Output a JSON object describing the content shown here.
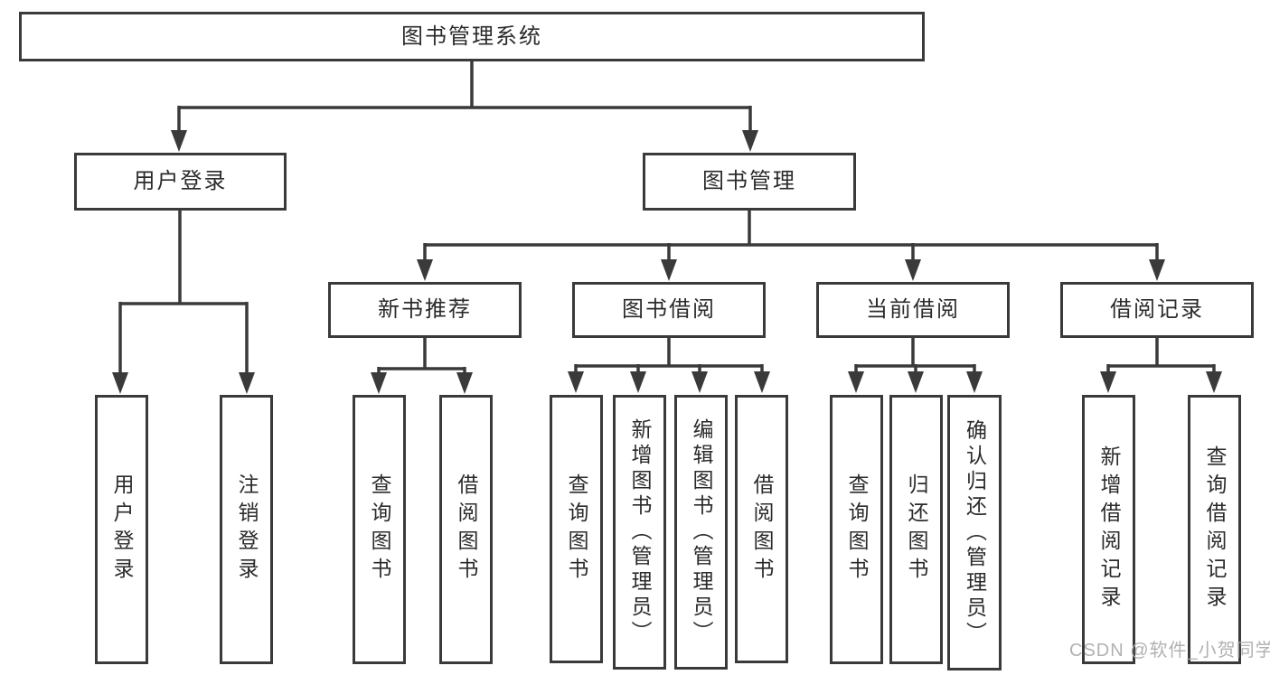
{
  "tree": {
    "root": {
      "label": "图书管理系统"
    },
    "level2": [
      {
        "label": "用户登录"
      },
      {
        "label": "图书管理"
      }
    ],
    "level3": [
      {
        "label": "新书推荐"
      },
      {
        "label": "图书借阅"
      },
      {
        "label": "当前借阅"
      },
      {
        "label": "借阅记录"
      }
    ],
    "leaves": {
      "user_login": [
        "用户登录",
        "注销登录"
      ],
      "new_book": [
        "查询图书",
        "借阅图书"
      ],
      "borrow": [
        "查询图书",
        "新增图书（管理员）",
        "编辑图书（管理员）",
        "借阅图书"
      ],
      "current": [
        "查询图书",
        "归还图书",
        "确认归还（管理员）"
      ],
      "records": [
        "新增借阅记录",
        "查询借阅记录"
      ]
    }
  },
  "watermark": {
    "text": "CSDN @软件_小贺同学"
  },
  "colors": {
    "line": "#3a3a3a",
    "box_border": "#3a3a3a",
    "text": "#2b2b2b",
    "background": "#ffffff",
    "watermark": "#ababab"
  }
}
